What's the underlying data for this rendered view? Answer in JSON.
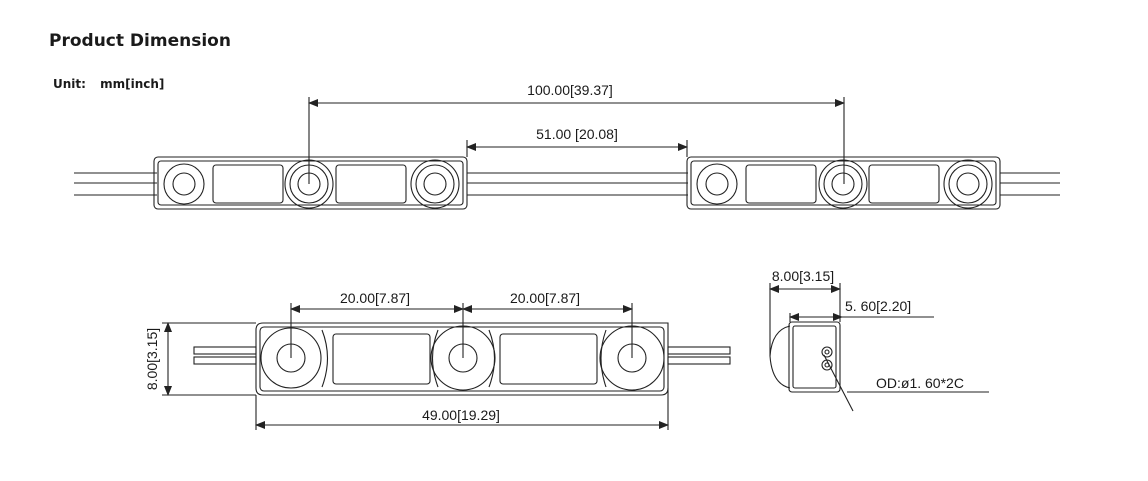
{
  "header": {
    "title": "Product Dimension",
    "unit_label": "Unit:",
    "unit_value": "mm[inch]"
  },
  "dimensions": {
    "pitch_overall": "100.00[39.37]",
    "gap": "51.00 [20.08]",
    "led_pitch_left": "20.00[7.87]",
    "led_pitch_right": "20.00[7.87]",
    "module_height": "8.00[3.15]",
    "module_length": "49.00[19.29]",
    "side_width": "8.00[3.15]",
    "side_depth": "5. 60[2.20]",
    "wire_spec": "OD:ø1. 60*2C"
  }
}
